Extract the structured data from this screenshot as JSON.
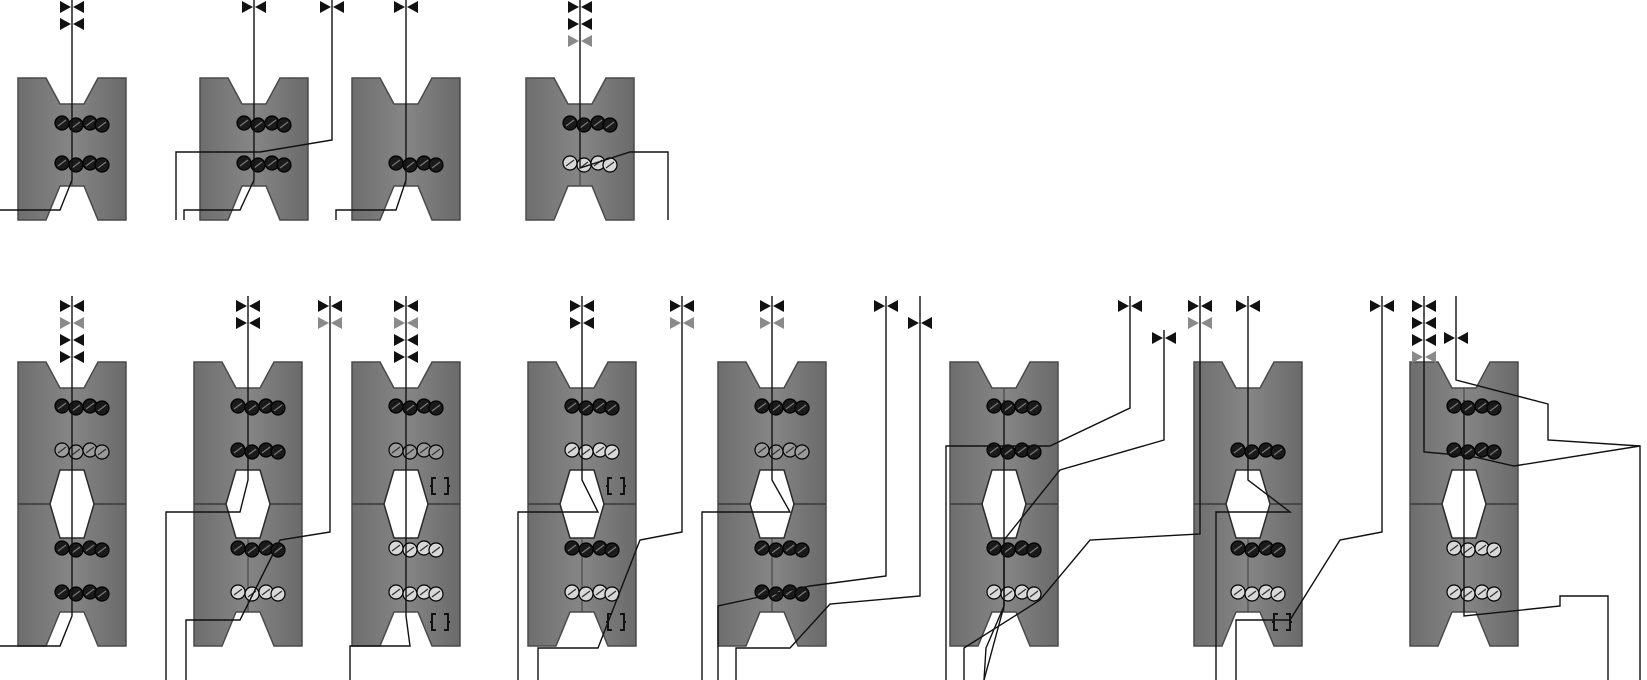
{
  "diagram": {
    "units": [
      {
        "id": "top-1",
        "row": "top",
        "modules": 1,
        "module_dots": [
          [
            "b",
            "b"
          ]
        ],
        "arrows": [
          {
            "colors": [
              "b",
              "b"
            ]
          }
        ]
      },
      {
        "id": "top-2",
        "row": "top",
        "modules": 1,
        "module_dots": [
          [
            "b",
            "b"
          ]
        ],
        "arrows": [
          {
            "colors": [
              "b"
            ]
          },
          {
            "colors": [
              "b"
            ]
          }
        ]
      },
      {
        "id": "top-3",
        "row": "top",
        "modules": 1,
        "module_dots": [
          [
            "none",
            "b"
          ]
        ],
        "arrows": [
          {
            "colors": [
              "b"
            ]
          }
        ]
      },
      {
        "id": "top-4",
        "row": "top",
        "modules": 1,
        "module_dots": [
          [
            "b",
            "w"
          ]
        ],
        "arrows": [
          {
            "colors": [
              "b",
              "b",
              "g"
            ]
          }
        ]
      },
      {
        "id": "bottom-1",
        "row": "bottom",
        "modules": 2,
        "module_dots": [
          [
            "b",
            "g"
          ],
          [
            "b",
            "b"
          ]
        ],
        "arrows": [
          {
            "colors": [
              "b",
              "g",
              "b",
              "b"
            ]
          }
        ]
      },
      {
        "id": "bottom-2",
        "row": "bottom",
        "modules": 2,
        "module_dots": [
          [
            "b",
            "b"
          ],
          [
            "b",
            "w"
          ]
        ],
        "arrows": [
          {
            "colors": [
              "b",
              "b"
            ]
          },
          {
            "colors": [
              "b",
              "g"
            ]
          }
        ]
      },
      {
        "id": "bottom-3",
        "row": "bottom",
        "modules": 2,
        "module_dots": [
          [
            "b",
            "g"
          ],
          [
            "w",
            "w"
          ]
        ],
        "arrows": [
          {
            "colors": [
              "b",
              "g",
              "b",
              "b"
            ]
          }
        ],
        "brackets": 2
      },
      {
        "id": "bottom-4",
        "row": "bottom",
        "modules": 2,
        "module_dots": [
          [
            "b",
            "w"
          ],
          [
            "b",
            "w"
          ]
        ],
        "arrows": [
          {
            "colors": [
              "b",
              "b"
            ]
          },
          {
            "colors": [
              "b",
              "g"
            ]
          }
        ],
        "brackets": 2
      },
      {
        "id": "bottom-5",
        "row": "bottom",
        "modules": 2,
        "module_dots": [
          [
            "b",
            "g"
          ],
          [
            "b",
            "b"
          ]
        ],
        "arrows": [
          {
            "colors": [
              "b",
              "g"
            ]
          },
          {
            "colors": [
              "b"
            ]
          },
          {
            "colors": [
              "b"
            ]
          }
        ]
      },
      {
        "id": "bottom-6",
        "row": "bottom",
        "modules": 2,
        "module_dots": [
          [
            "b",
            "b"
          ],
          [
            "b",
            "w"
          ]
        ],
        "arrows": [
          {
            "colors": [
              "b"
            ]
          },
          {
            "colors": [
              "b",
              "g"
            ]
          },
          {
            "colors": [
              "b"
            ]
          }
        ]
      },
      {
        "id": "bottom-7",
        "row": "bottom",
        "modules": 2,
        "module_dots": [
          [
            "none",
            "b"
          ],
          [
            "b",
            "w"
          ]
        ],
        "arrows": [
          {
            "colors": [
              "b"
            ]
          },
          {
            "colors": [
              "b"
            ]
          }
        ],
        "brackets": 1
      },
      {
        "id": "bottom-8",
        "row": "bottom",
        "modules": 2,
        "module_dots": [
          [
            "b",
            "b"
          ],
          [
            "w",
            "w"
          ]
        ],
        "arrows": [
          {
            "colors": [
              "b",
              "b",
              "b",
              "g"
            ]
          },
          {
            "colors": [
              "b"
            ]
          }
        ]
      }
    ],
    "colors": {
      "module_fill": "#7a7a7a",
      "module_edge": "#4a4a4a",
      "dot_black": "#1a1a1a",
      "dot_gray": "#9a9a9a",
      "dot_light": "#d8d8d8",
      "arrow_black": "#111111",
      "arrow_gray": "#8a8a8a",
      "wire": "#111111",
      "background": "#ffffff"
    }
  }
}
